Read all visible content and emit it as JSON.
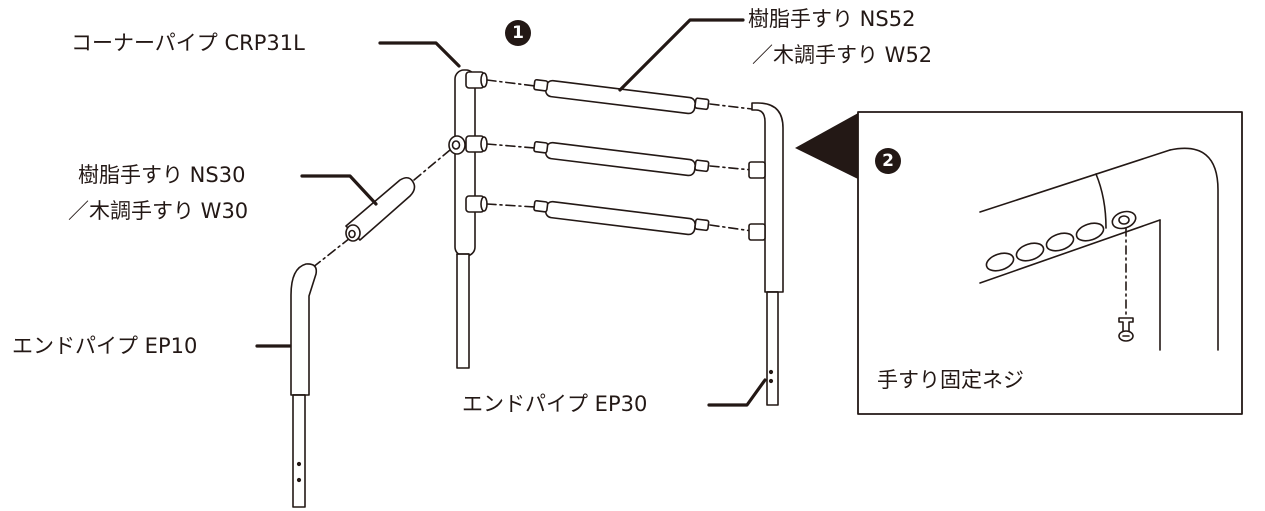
{
  "colors": {
    "ink": "#231815",
    "paper": "#ffffff"
  },
  "steps": {
    "one": "1",
    "two": "2"
  },
  "labels": {
    "corner_pipe": "コーナーパイプ CRP31L",
    "rail_ns52": "樹脂手すり NS52",
    "rail_w52": "／木調手すり W52",
    "rail_ns30": "樹脂手すり NS30",
    "rail_w30": "／木調手すり W30",
    "end_pipe_ep10": "エンドパイプ EP10",
    "end_pipe_ep30": "エンドパイプ EP30",
    "fixing_screw": "手すり固定ネジ"
  }
}
